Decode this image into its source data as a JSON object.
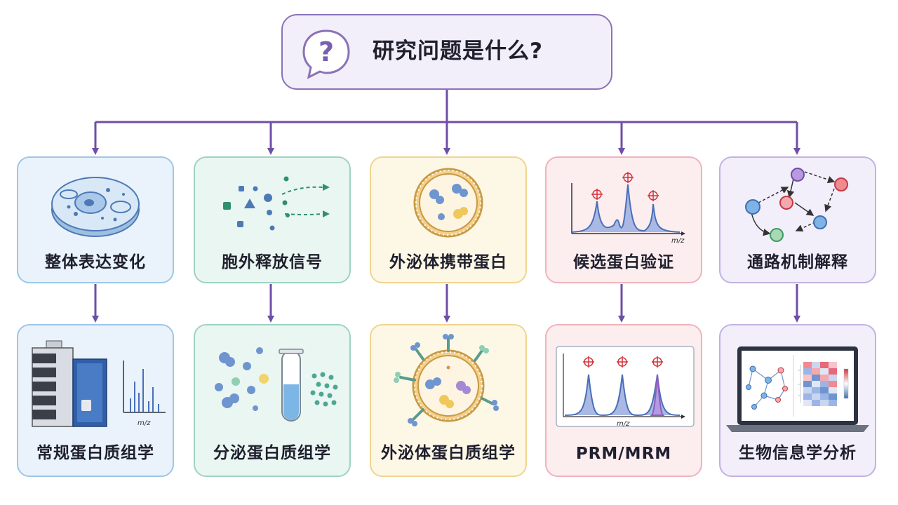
{
  "root": {
    "title": "研究问题是什么?",
    "icon": "question-bubble-icon"
  },
  "columns": [
    {
      "theme": "blue",
      "question": {
        "label": "整体表达变化",
        "icon": "cell-icon"
      },
      "method": {
        "label": "常规蛋白质组学",
        "icon": "mass-spectrometer-icon",
        "axis_label": "m/z"
      }
    },
    {
      "theme": "green",
      "question": {
        "label": "胞外释放信号",
        "icon": "secreted-molecules-icon"
      },
      "method": {
        "label": "分泌蛋白质组学",
        "icon": "test-tube-icon"
      }
    },
    {
      "theme": "yellow",
      "question": {
        "label": "外泌体携带蛋白",
        "icon": "exosome-icon"
      },
      "method": {
        "label": "外泌体蛋白质组学",
        "icon": "exosome-membrane-proteins-icon"
      }
    },
    {
      "theme": "pink",
      "question": {
        "label": "候选蛋白验证",
        "icon": "targeted-spectrum-icon",
        "axis_label": "m/z"
      },
      "method": {
        "label": "PRM/MRM",
        "icon": "targeted-peaks-icon",
        "axis_label": "m/z"
      }
    },
    {
      "theme": "purple",
      "question": {
        "label": "通路机制解释",
        "icon": "pathway-network-icon"
      },
      "method": {
        "label": "生物信息学分析",
        "icon": "laptop-heatmap-icon"
      }
    }
  ],
  "colors": {
    "connector": "#6e4fa6",
    "root_border": "#8b72b8",
    "root_fill": "#f3effa",
    "blue": "#eaf3fb",
    "green": "#eaf6f1",
    "yellow": "#fdf7e6",
    "pink": "#fcedef",
    "purple": "#f2eefa",
    "peak_blue": "#4a6fb8",
    "peak_purple": "#8a60c0",
    "target_red": "#d2333a"
  }
}
